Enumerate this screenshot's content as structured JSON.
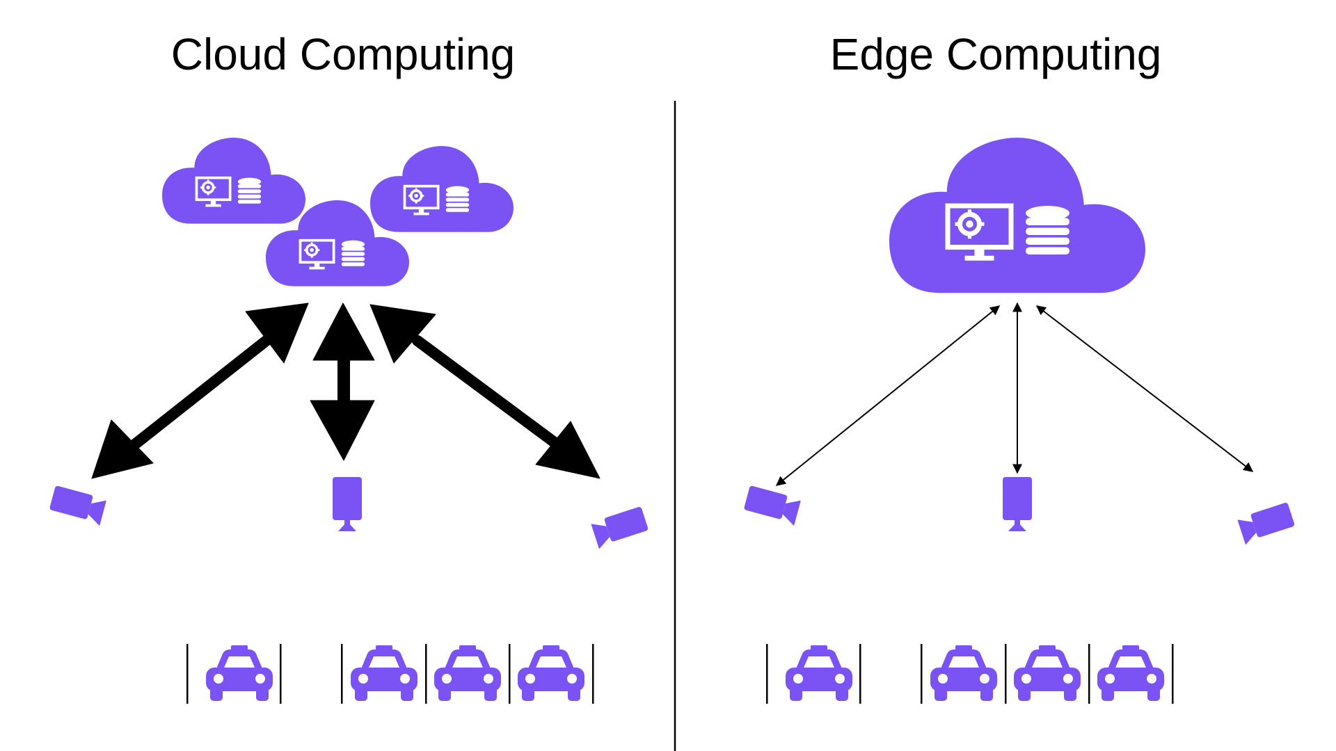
{
  "titles": {
    "cloud": "Cloud Computing",
    "edge": "Edge Computing"
  },
  "colors": {
    "accent": "#7B53F5",
    "stroke": "#000000",
    "background": "#FFFFFF"
  },
  "panels": [
    {
      "id": "cloud",
      "cloud_count": 3,
      "device_icons": [
        "camera-icon",
        "camera-icon",
        "camera-icon"
      ],
      "vehicle_icons": [
        "taxi-icon",
        "taxi-icon",
        "taxi-icon",
        "taxi-icon"
      ],
      "connection_style": "heavy"
    },
    {
      "id": "edge",
      "cloud_count": 1,
      "device_icons": [
        "camera-icon",
        "camera-icon",
        "camera-icon"
      ],
      "vehicle_icons": [
        "taxi-icon",
        "taxi-icon",
        "taxi-icon",
        "taxi-icon"
      ],
      "connection_style": "thin"
    }
  ]
}
